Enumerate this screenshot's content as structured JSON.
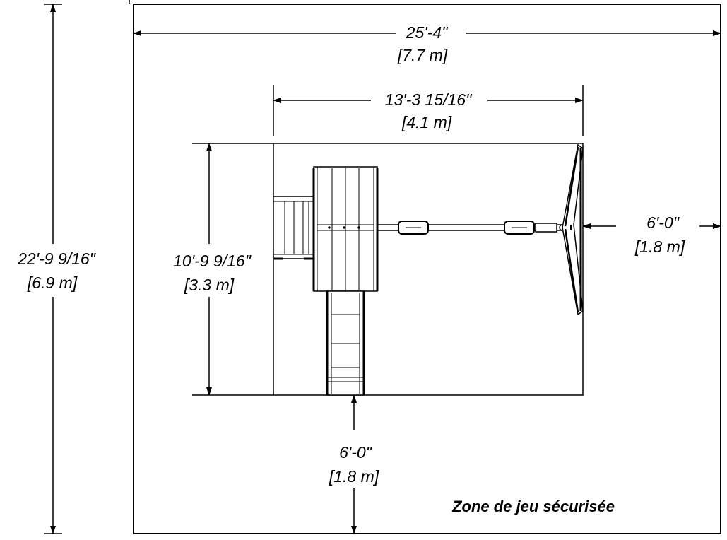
{
  "diagram": {
    "zone_label": "Zone de jeu sécurisée",
    "overall_width": {
      "imperial": "25'-4\"",
      "metric": "[7.7 m]"
    },
    "overall_depth": {
      "imperial": "22'-9 9/16\"",
      "metric": "[6.9 m]"
    },
    "set_width": {
      "imperial": "13'-3 15/16\"",
      "metric": "[4.1 m]"
    },
    "set_depth": {
      "imperial": "10'-9 9/16\"",
      "metric": "[3.3 m]"
    },
    "side_clearance": {
      "imperial": "6'-0\"",
      "metric": "[1.8 m]"
    },
    "bottom_clearance": {
      "imperial": "6'-0\"",
      "metric": "[1.8 m]"
    }
  }
}
